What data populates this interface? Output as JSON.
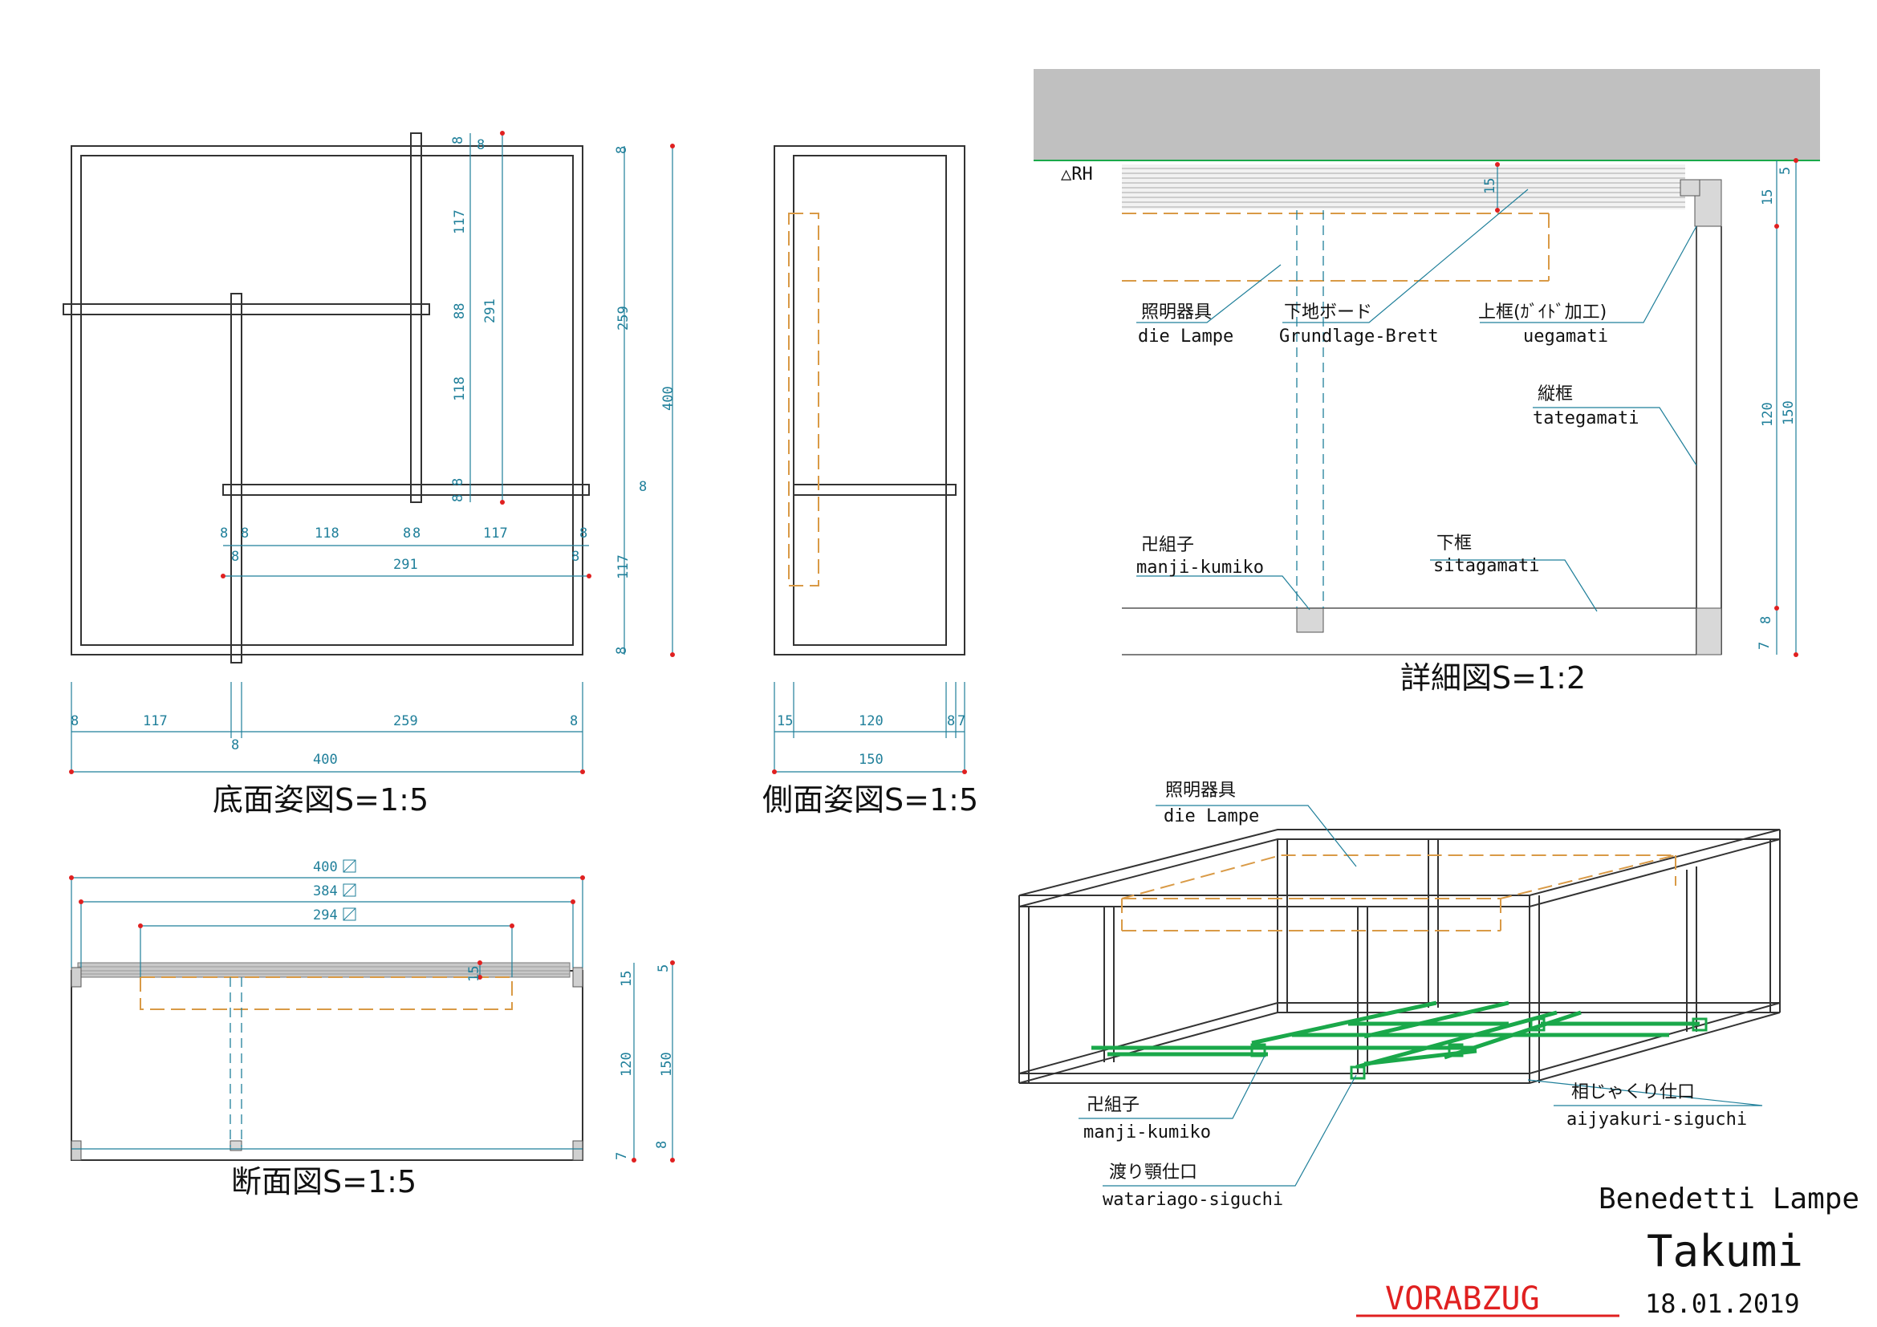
{
  "views": {
    "bottom": {
      "caption": "底面姿図S=1:5",
      "dims": {
        "top_8a": "8",
        "top_8b": "8",
        "v117": "117",
        "v291": "291",
        "v88": "88",
        "v118": "118",
        "v8c": "8",
        "v8d": "8",
        "h8a": "8",
        "h8b": "8",
        "h118": "118",
        "h88": "8",
        "h88b": "8",
        "h117": "117",
        "h8e": "8",
        "h8f": "8",
        "h291": "291",
        "h8g": "8",
        "r8a": "8",
        "r259": "259",
        "r400": "400",
        "r8b": "8",
        "r117": "117",
        "r8c": "8",
        "b8a": "8",
        "b117": "117",
        "b8mid": "8",
        "b259": "259",
        "b8b": "8",
        "b400": "400"
      }
    },
    "side": {
      "caption": "側面姿図S=1:5",
      "dims": {
        "s15": "15",
        "s120": "120",
        "s8": "8",
        "s7": "7",
        "s150": "150"
      }
    },
    "section": {
      "caption": "断面図S=1:5",
      "dims": {
        "w400": "400",
        "w384": "384",
        "w294": "294",
        "d15": "15",
        "r15": "15",
        "r5": "5",
        "r120": "120",
        "r150": "150",
        "r7": "7",
        "r8": "8"
      }
    },
    "detail": {
      "caption": "詳細図S=1:2",
      "rh_label": "△RH",
      "dims": {
        "d15a": "15",
        "d5": "5",
        "d15b": "15",
        "d120": "120",
        "d150": "150",
        "d8": "8",
        "d7": "7"
      },
      "labels": [
        {
          "jp": "照明器具",
          "de": "die Lampe"
        },
        {
          "jp": "下地ボード",
          "de": "Grundlage-Brett"
        },
        {
          "jp": "上框(ｶﾞｲﾄﾞ加工)",
          "de": "uegamati"
        },
        {
          "jp": "縦框",
          "de": "tategamati"
        },
        {
          "jp": "卍組子",
          "de": "manji-kumiko"
        },
        {
          "jp": "下框",
          "de": "sitagamati"
        }
      ]
    },
    "iso": {
      "labels": [
        {
          "jp": "照明器具",
          "de": "die Lampe"
        },
        {
          "jp": "卍組子",
          "de": "manji-kumiko"
        },
        {
          "jp": "渡り顎仕口",
          "de": "watariago-siguchi"
        },
        {
          "jp": "相じゃくり仕口",
          "de": "aijyakuri-siguchi"
        }
      ]
    }
  },
  "title_block": {
    "project": "Benedetti Lampe",
    "author": "Takumi",
    "stamp": "VORABZUG",
    "date": "18.01.2019"
  },
  "colors": {
    "dimension": "#1f7f9a",
    "lamp_outline": "#d99a46",
    "kumiko_green": "#1aa84a",
    "dimension_point": "#e02020",
    "ceiling": "#c0c0c0",
    "stamp": "#e02020"
  }
}
